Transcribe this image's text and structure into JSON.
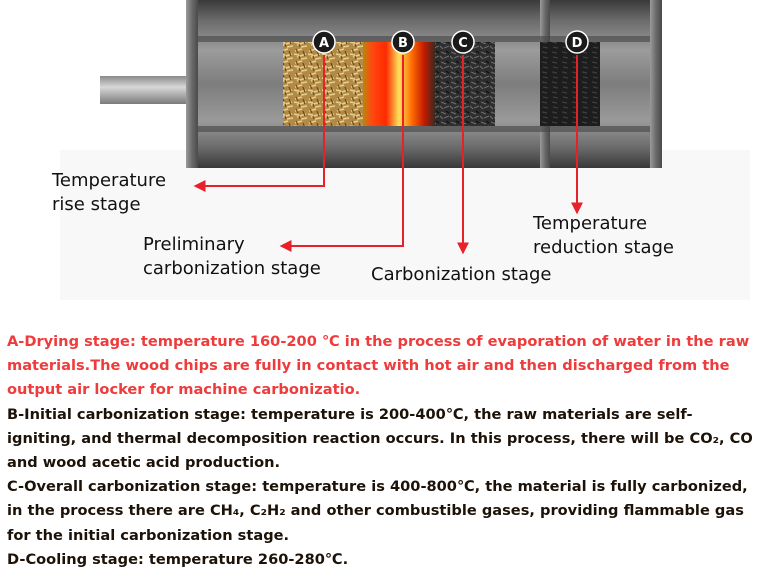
{
  "markers": [
    "A",
    "B",
    "C",
    "D"
  ],
  "labels": {
    "temp_rise_1": "Temperature",
    "temp_rise_2": "rise stage",
    "prelim_1": "Preliminary",
    "prelim_2": "carbonization stage",
    "carbonization": "Carbonization stage",
    "temp_reduction_1": "Temperature",
    "temp_reduction_2": "reduction stage"
  },
  "descriptions": {
    "a": "A-Drying stage: temperature 160-200 ℃ in the process of evaporation of water in the raw materials.The wood chips are fully in contact with hot air and then discharged from the output air locker for machine carbonizatio.",
    "b": "B-Initial carbonization stage: temperature is 200-400℃, the raw materials are self-igniting, and thermal decomposition reaction occurs. In this process, there will be CO₂, CO and wood acetic acid production.",
    "c": "C-Overall carbonization stage: temperature is 400-800℃, the material is fully carbonized, in the process there are CH₄, C₂H₂ and other combustible gases, providing flammable gas for the initial carbonization stage.",
    "d": "D-Cooling stage: temperature 260-280℃."
  },
  "colors": {
    "arrow": "#e8202a",
    "text_red": "#ee3b3b",
    "text_dark": "#1c1208"
  }
}
